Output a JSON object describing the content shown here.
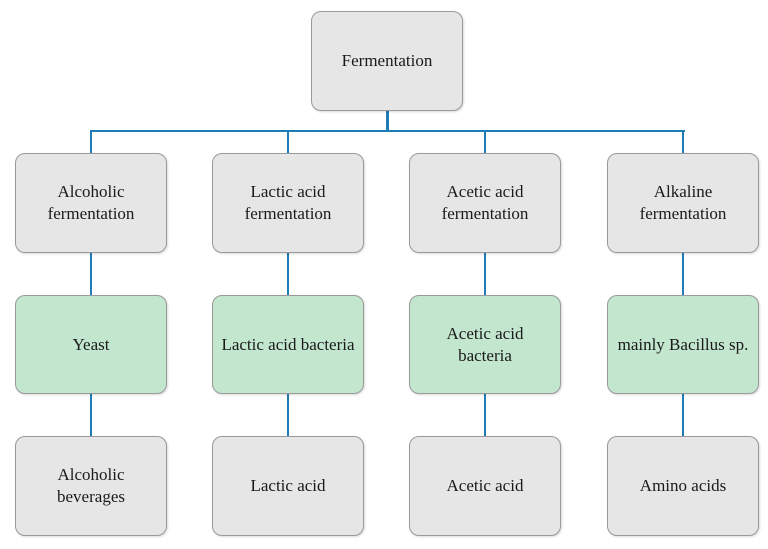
{
  "root": {
    "label": "Fermentation"
  },
  "branches": [
    {
      "type": "Alcoholic fermentation",
      "organism": "Yeast",
      "product": "Alcoholic beverages"
    },
    {
      "type": "Lactic acid fermentation",
      "organism": "Lactic acid bacteria",
      "product": "Lactic acid"
    },
    {
      "type": "Acetic acid fermentation",
      "organism": "Acetic acid bacteria",
      "product": "Acetic acid"
    },
    {
      "type": "Alkaline fermentation",
      "organism": "mainly Bacillus sp.",
      "product": "Amino acids"
    }
  ],
  "colors": {
    "connector": "#1f7bb5",
    "box_gray": "#e6e6e6",
    "box_green": "#c3e6cf",
    "border": "#9a9a9a"
  }
}
